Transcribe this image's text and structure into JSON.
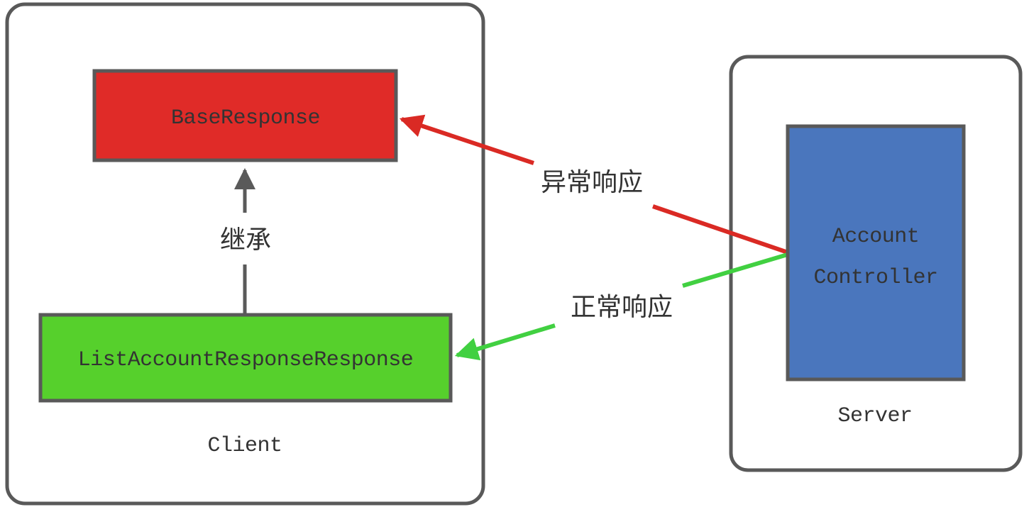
{
  "colors": {
    "background": "#ffffff",
    "border": "#595959",
    "box_red": "#e02b28",
    "box_green": "#56d02c",
    "box_blue": "#4a76bd",
    "arrow_red": "#da2a24",
    "arrow_green": "#41d041",
    "arrow_gray": "#5a5a5a",
    "text_dark": "#333333"
  },
  "client": {
    "container_label": "Client",
    "base_response_label": "BaseResponse",
    "list_account_label": "ListAccountResponseResponse",
    "inheritance_label": "继承"
  },
  "server": {
    "container_label": "Server",
    "controller_label_line1": "Account",
    "controller_label_line2": "Controller"
  },
  "edges": {
    "error_response_label": "异常响应",
    "normal_response_label": "正常响应"
  }
}
